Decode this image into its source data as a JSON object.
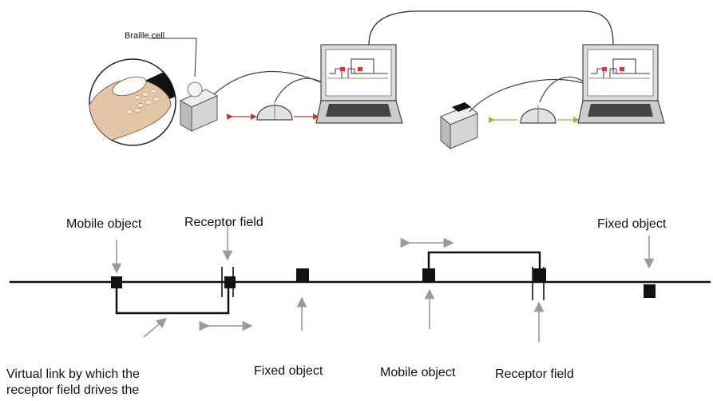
{
  "top_panel": {
    "braille_cell_label": "Braille cell"
  },
  "timeline": {
    "mobile_object_left": "Mobile object",
    "receptor_field_left": "Receptor field",
    "fixed_object_right": "Fixed object",
    "fixed_object_center": "Fixed object",
    "mobile_object_center": "Mobile object",
    "receptor_field_right": "Receptor field",
    "virtual_link_line1": "Virtual link by which the",
    "virtual_link_line2": "receptor field drives the"
  },
  "colors": {
    "arrow_left_pair": "#c0392b",
    "arrow_right_pair": "#7cc142",
    "device_gray": "#d4d4d4",
    "arrow_gray": "#999999",
    "finger_skin": "#e3c6a6"
  }
}
